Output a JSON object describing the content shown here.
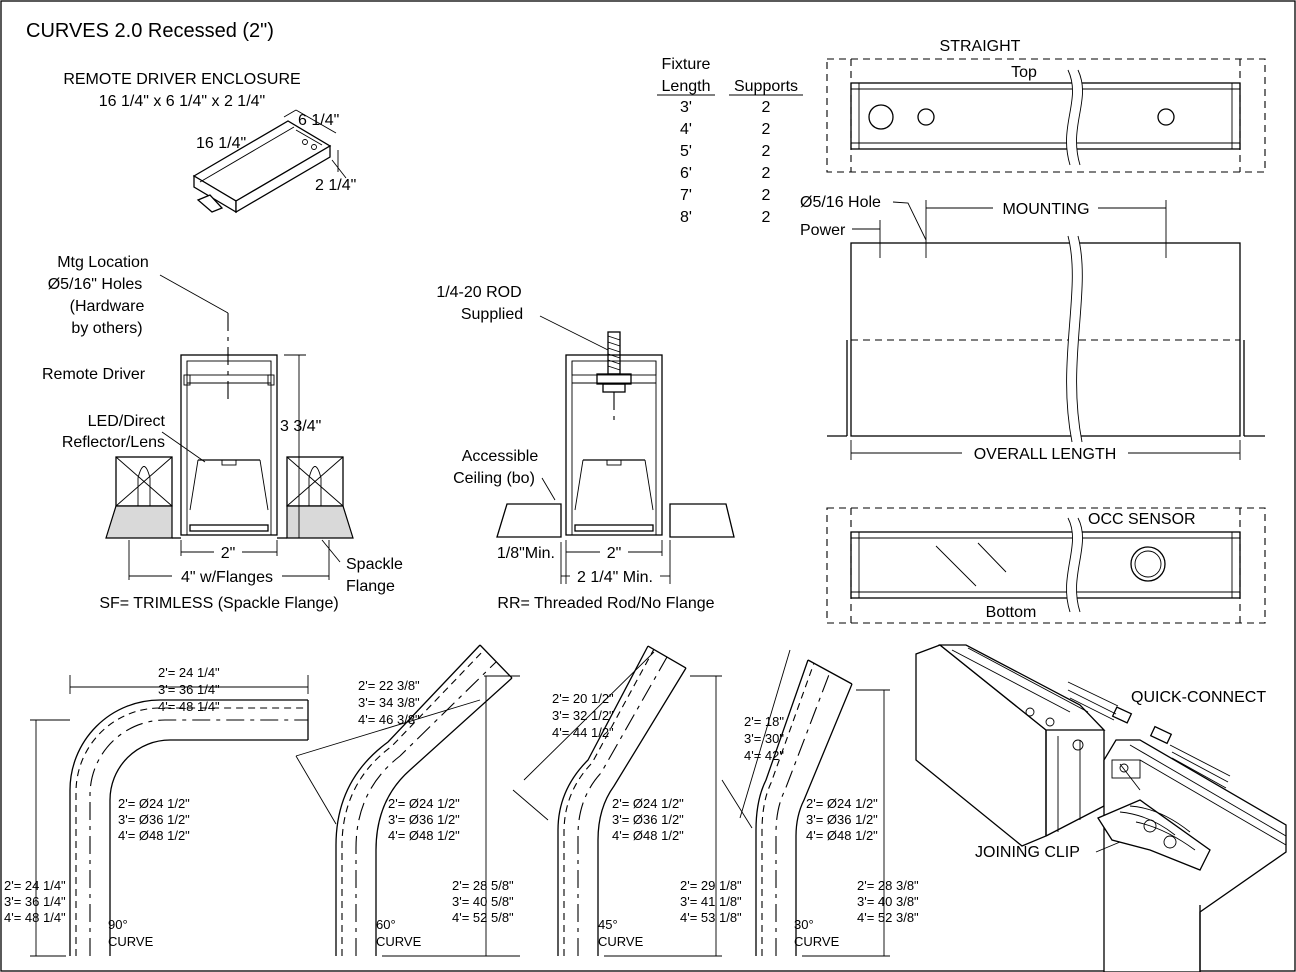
{
  "title": "CURVES 2.0 Recessed (2\")",
  "enclosure": {
    "heading": "REMOTE DRIVER ENCLOSURE",
    "size": "16 1/4\" x 6 1/4\" x 2 1/4\"",
    "dim_length": "16 1/4\"",
    "dim_width": "6 1/4\"",
    "dim_height": "2 1/4\""
  },
  "supports_table": {
    "col1_head_1": "Fixture",
    "col1_head_2": "Length",
    "col2_head": "Supports",
    "rows": [
      {
        "length": "3'",
        "supports": "2"
      },
      {
        "length": "4'",
        "supports": "2"
      },
      {
        "length": "5'",
        "supports": "2"
      },
      {
        "length": "6'",
        "supports": "2"
      },
      {
        "length": "7'",
        "supports": "2"
      },
      {
        "length": "8'",
        "supports": "2"
      }
    ]
  },
  "straight": {
    "heading": "STRAIGHT",
    "top_label": "Top",
    "hole_label": "Ø5/16 Hole",
    "power_label": "Power",
    "mounting_label": "MOUNTING",
    "overall_label": "OVERALL LENGTH",
    "occ_label": "OCC SENSOR",
    "bottom_label": "Bottom"
  },
  "sf_section": {
    "mtg_1": "Mtg Location",
    "mtg_2": "Ø5/16\" Holes",
    "mtg_3": "(Hardware",
    "mtg_4": "by others)",
    "driver": "Remote Driver",
    "led_1": "LED/Direct",
    "led_2": "Reflector/Lens",
    "height": "3 3/4\"",
    "width_inner": "2\"",
    "width_outer": "4\" w/Flanges",
    "spackle_1": "Spackle",
    "spackle_2": "Flange",
    "caption": "SF= TRIMLESS (Spackle Flange)"
  },
  "rr_section": {
    "rod_1": "1/4-20 ROD",
    "rod_2": "Supplied",
    "ceiling_1": "Accessible",
    "ceiling_2": "Ceiling (bo)",
    "min_gap": "1/8\"Min.",
    "width_inner": "2\"",
    "width_min": "2 1/4\" Min.",
    "caption": "RR= Threaded Rod/No Flange"
  },
  "curves": [
    {
      "name": "90°",
      "curve_word": "CURVE",
      "top": [
        "2'= 24 1/4\"",
        "3'= 36 1/4\"",
        "4'= 48 1/4\""
      ],
      "dia": [
        "2'= Ø24 1/2\"",
        "3'= Ø36 1/2\"",
        "4'= Ø48 1/2\""
      ],
      "side": [
        "2'= 24 1/4\"",
        "3'= 36 1/4\"",
        "4'= 48 1/4\""
      ]
    },
    {
      "name": "60°",
      "curve_word": "CURVE",
      "top": [
        "2'= 22 3/8\"",
        "3'= 34 3/8\"",
        "4'= 46 3/8\""
      ],
      "dia": [
        "2'= Ø24 1/2\"",
        "3'= Ø36 1/2\"",
        "4'= Ø48 1/2\""
      ],
      "side": [
        "2'= 28 5/8\"",
        "3'= 40 5/8\"",
        "4'= 52 5/8\""
      ]
    },
    {
      "name": "45°",
      "curve_word": "CURVE",
      "top": [
        "2'= 20 1/2\"",
        "3'= 32 1/2\"",
        "4'= 44 1/2\""
      ],
      "dia": [
        "2'= Ø24 1/2\"",
        "3'= Ø36 1/2\"",
        "4'= Ø48 1/2\""
      ],
      "side": [
        "2'= 29 1/8\"",
        "3'= 41 1/8\"",
        "4'= 53 1/8\""
      ]
    },
    {
      "name": "30°",
      "curve_word": "CURVE",
      "top": [
        "2'= 18\"",
        "3'= 30\"",
        "4'= 42\""
      ],
      "dia": [
        "2'= Ø24 1/2\"",
        "3'= Ø36 1/2\"",
        "4'= Ø48 1/2\""
      ],
      "side": [
        "2'= 28 3/8\"",
        "3'= 40 3/8\"",
        "4'= 52 3/8\""
      ]
    }
  ],
  "joining": {
    "quick_connect": "QUICK-CONNECT",
    "joining_clip": "JOINING CLIP"
  }
}
